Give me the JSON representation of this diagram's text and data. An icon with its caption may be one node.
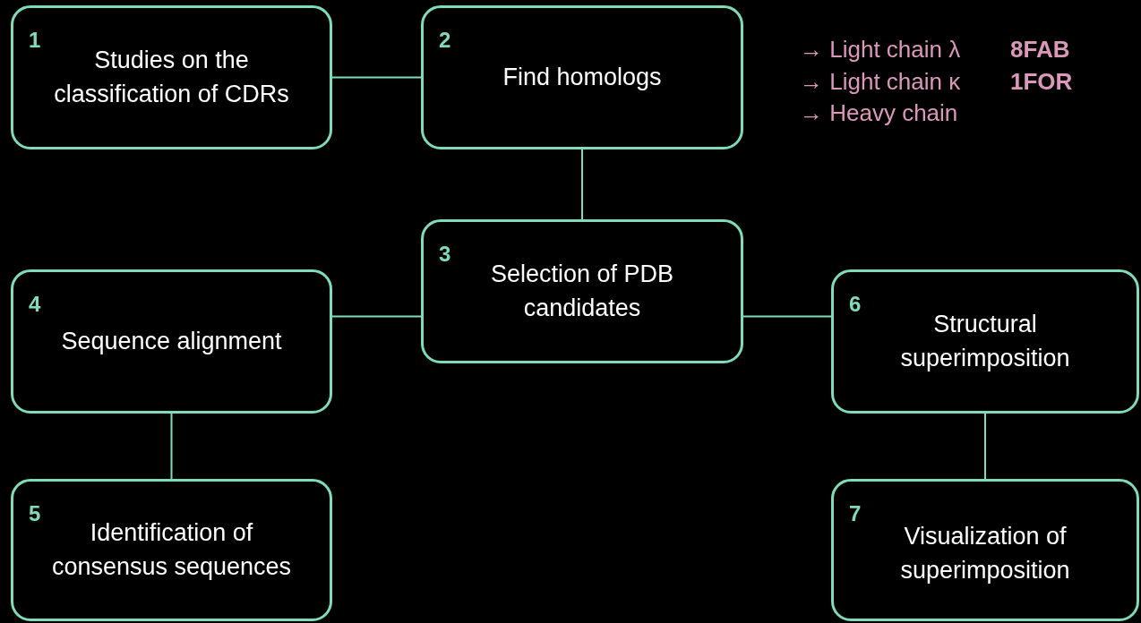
{
  "diagram": {
    "nodes": [
      {
        "text": [
          "1",
          "Studies on the classification of CDRs"
        ]
      },
      {
        "text": [
          "2",
          "Find homologs"
        ]
      },
      {
        "text": [
          "3",
          "Selection of PDB candidates"
        ]
      },
      {
        "text": [
          "4",
          "Sequence alignment"
        ]
      },
      {
        "text": [
          "5",
          "Identification of consensus sequences"
        ]
      },
      {
        "text": [
          "6",
          "Structural superimposition"
        ]
      },
      {
        "text": [
          "7",
          "Visualization of superimposition"
        ]
      }
    ],
    "edges": [
      {
        "from": 0,
        "to": 1,
        "arrow": "none"
      },
      {
        "from": 1,
        "to": 2,
        "arrow": "none"
      },
      {
        "from": 2,
        "to": 3,
        "arrow": "none"
      },
      {
        "from": 2,
        "to": 5,
        "arrow": "none"
      },
      {
        "from": 3,
        "to": 4,
        "arrow": "none"
      },
      {
        "from": 5,
        "to": 6,
        "arrow": "none"
      }
    ],
    "labels": [
      "→ Light chain λ",
      "8FAB",
      "→ Light chain κ",
      "1FOR",
      "→ Heavy chain"
    ]
  }
}
